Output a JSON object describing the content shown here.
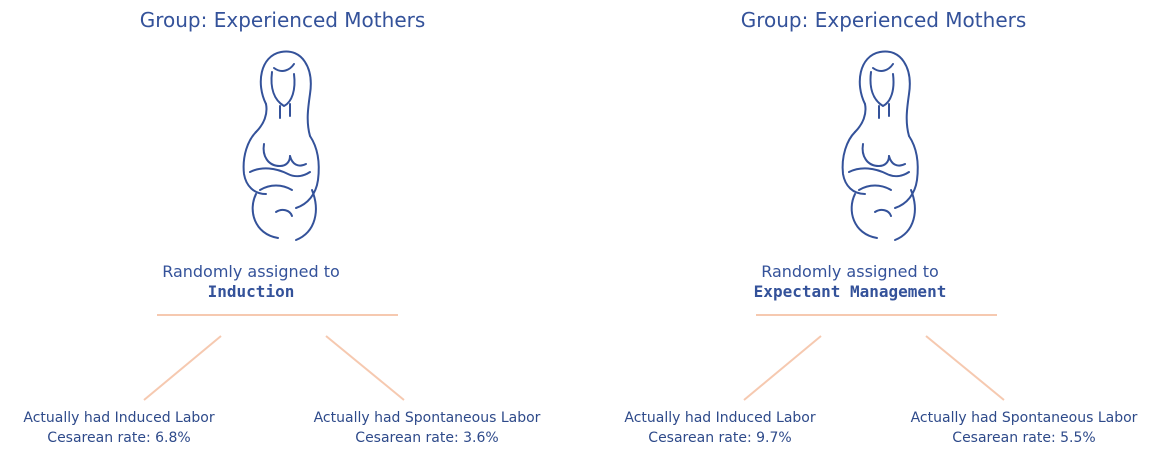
{
  "colors": {
    "text": "#34529a",
    "connector": "#f6c9b0"
  },
  "panels": [
    {
      "group_title": "Group: Experienced Mothers",
      "icon": "pregnant-woman-icon",
      "assigned_prefix": "Randomly assigned to",
      "assigned_arm": "Induction",
      "outcomes": [
        {
          "label": "Actually had Induced Labor",
          "rate": "Cesarean rate: 6.8%"
        },
        {
          "label": "Actually had Spontaneous Labor",
          "rate": "Cesarean rate: 3.6%"
        }
      ]
    },
    {
      "group_title": "Group: Experienced Mothers",
      "icon": "pregnant-woman-icon",
      "assigned_prefix": "Randomly assigned to",
      "assigned_arm": "Expectant Management",
      "outcomes": [
        {
          "label": "Actually had Induced Labor",
          "rate": "Cesarean rate: 9.7%"
        },
        {
          "label": "Actually had Spontaneous Labor",
          "rate": "Cesarean rate: 5.5%"
        }
      ]
    }
  ]
}
